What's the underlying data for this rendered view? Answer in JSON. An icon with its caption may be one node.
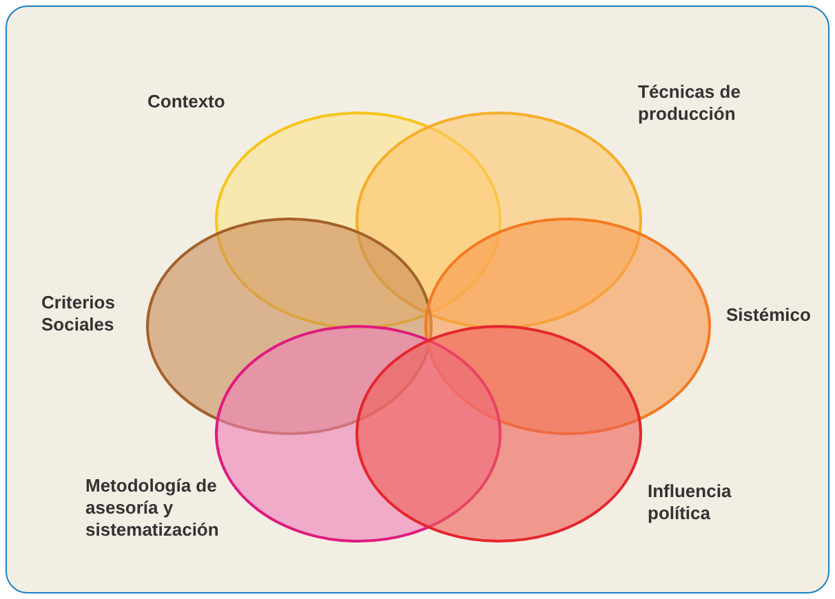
{
  "diagram": {
    "nodes": [
      {
        "text": [
          "Contexto"
        ]
      },
      {
        "text": [
          "Técnicas de producción"
        ]
      },
      {
        "text": [
          "Criterios Sociales"
        ]
      },
      {
        "text": [
          "Sistémico"
        ]
      },
      {
        "text": [
          "Metodología de asesoría y sistematización"
        ]
      },
      {
        "text": [
          "Influencia política"
        ]
      }
    ]
  }
}
